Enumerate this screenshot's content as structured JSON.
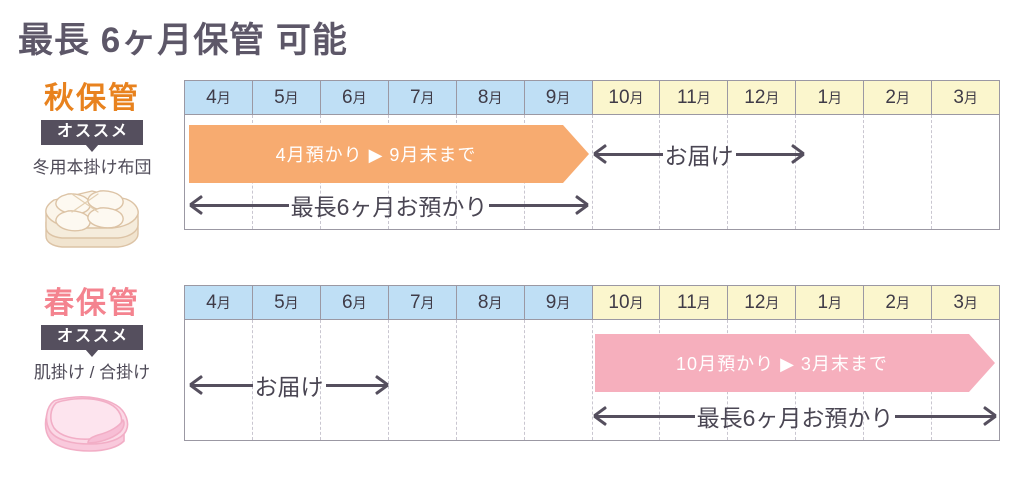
{
  "title": "最長 6ヶ月保管 可能",
  "accents": {
    "autumn": "#e8821e",
    "spring": "#f4838f",
    "bar_orange": "#f7ab70",
    "bar_pink": "#f6afbd",
    "header_blue": "#bfdff5",
    "header_yellow": "#fbf6cd",
    "ink": "#554f5e"
  },
  "months": [
    {
      "num": "4",
      "suffix": "月",
      "half": "blue"
    },
    {
      "num": "5",
      "suffix": "月",
      "half": "blue"
    },
    {
      "num": "6",
      "suffix": "月",
      "half": "blue"
    },
    {
      "num": "7",
      "suffix": "月",
      "half": "blue"
    },
    {
      "num": "8",
      "suffix": "月",
      "half": "blue"
    },
    {
      "num": "9",
      "suffix": "月",
      "half": "blue"
    },
    {
      "num": "10",
      "suffix": "月",
      "half": "yellow"
    },
    {
      "num": "11",
      "suffix": "月",
      "half": "yellow"
    },
    {
      "num": "12",
      "suffix": "月",
      "half": "yellow"
    },
    {
      "num": "1",
      "suffix": "月",
      "half": "yellow"
    },
    {
      "num": "2",
      "suffix": "月",
      "half": "yellow"
    },
    {
      "num": "3",
      "suffix": "月",
      "half": "yellow"
    }
  ],
  "autumn": {
    "season_label": "秋保管",
    "badge": "オススメ",
    "item_name": "冬用本掛け布団",
    "illustration": "futon-icon",
    "bar_text": "4月預かり ▶ 9月末まで",
    "bar_start_month": "4月",
    "bar_end_month": "9月",
    "delivery_label": "お届け",
    "delivery_span": "10月〜12月",
    "storage_label": "最長6ヶ月お預かり",
    "storage_span": "4月〜9月"
  },
  "spring": {
    "season_label": "春保管",
    "badge": "オススメ",
    "item_name": "肌掛け / 合掛け",
    "illustration": "blanket-icon",
    "bar_text": "10月預かり ▶ 3月末まで",
    "bar_start_month": "10月",
    "bar_end_month": "3月",
    "delivery_label": "お届け",
    "delivery_span": "4月〜6月",
    "storage_label": "最長6ヶ月お預かり",
    "storage_span": "10月〜3月"
  }
}
